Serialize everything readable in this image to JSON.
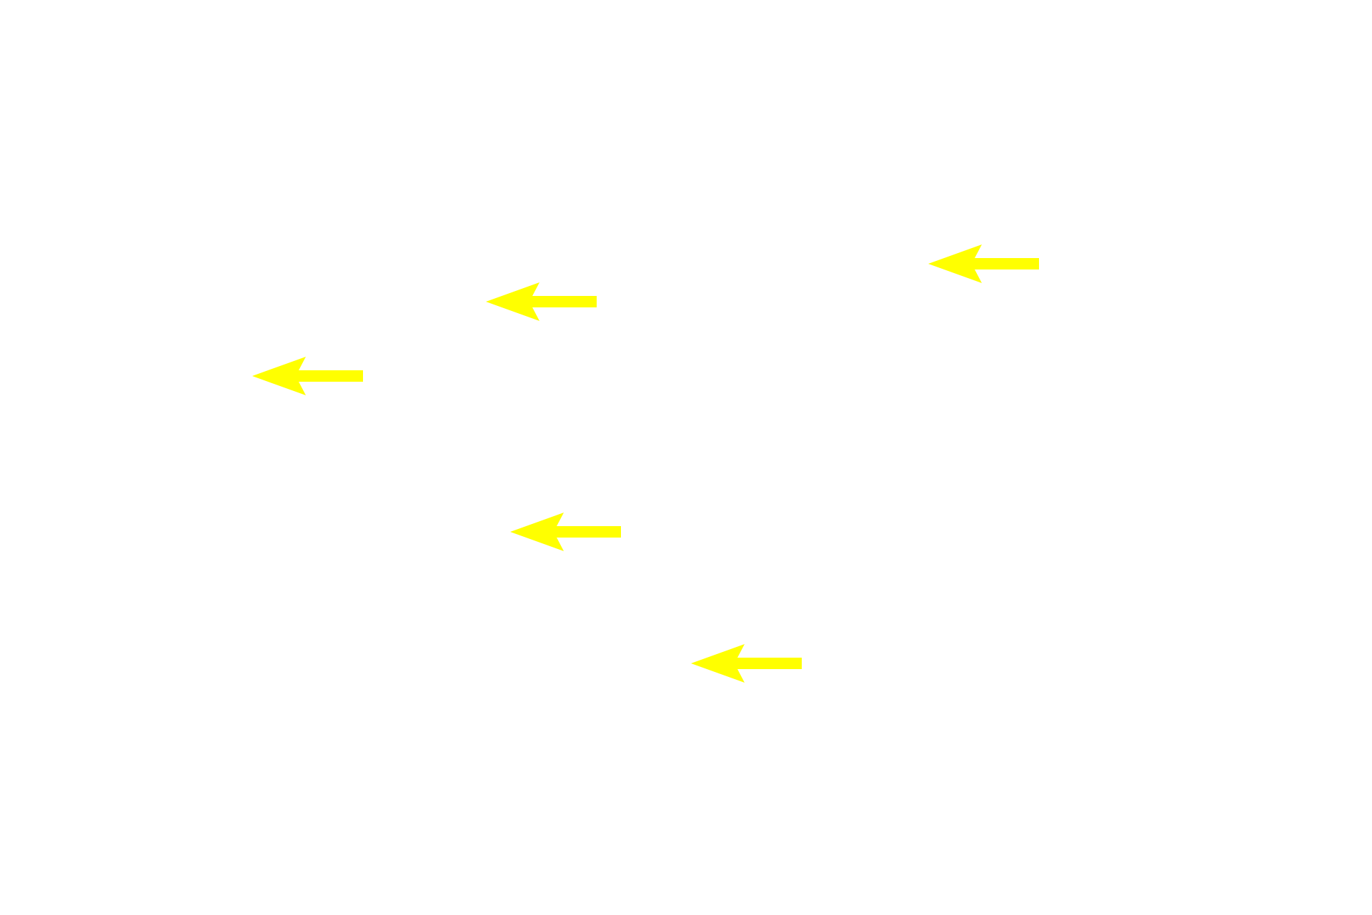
{
  "background_color": "#ffffff",
  "arrow_color": "#ffff00",
  "arrows": [
    {
      "icon": "left-arrow-icon",
      "direction": "left"
    },
    {
      "icon": "left-arrow-icon",
      "direction": "left"
    },
    {
      "icon": "left-arrow-icon",
      "direction": "left"
    },
    {
      "icon": "left-arrow-icon",
      "direction": "left"
    },
    {
      "icon": "left-arrow-icon",
      "direction": "left"
    }
  ]
}
